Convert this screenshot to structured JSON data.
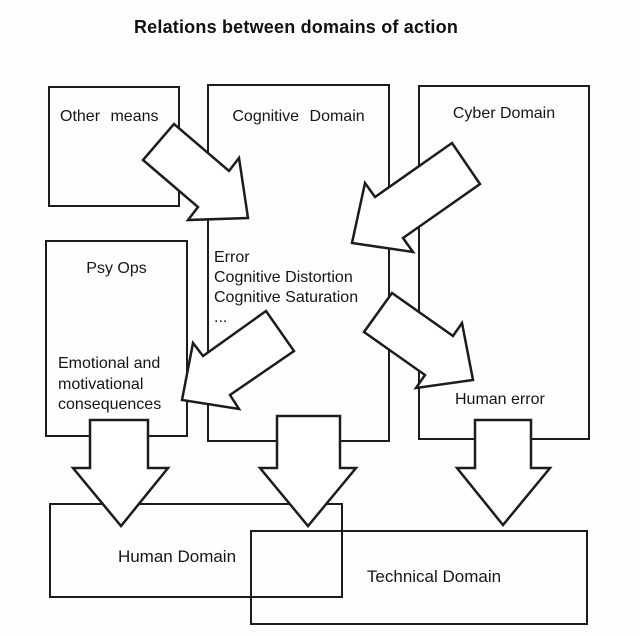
{
  "title": "Relations between domains of action",
  "boxes": {
    "other_means": {
      "label": "Other means"
    },
    "cognitive": {
      "label": "Cognitive Domain",
      "effects": [
        "Error",
        "Cognitive Distortion",
        "Cognitive Saturation",
        "..."
      ]
    },
    "cyber": {
      "label": "Cyber Domain",
      "note": "Human error"
    },
    "psy_ops": {
      "label": "Psy Ops",
      "note": "Emotional and\nmotivational\nconsequences"
    },
    "human": {
      "label": "Human Domain"
    },
    "technical": {
      "label": "Technical Domain"
    }
  },
  "colors": {
    "line": "#1c1c1c",
    "background": "#ffffff",
    "text": "#151515"
  }
}
